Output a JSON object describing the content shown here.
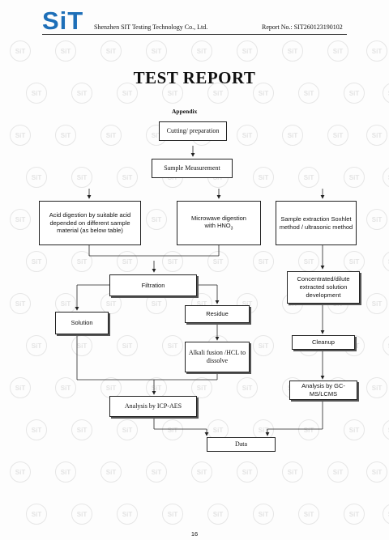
{
  "header": {
    "logo_text": "SiT",
    "company": "Shenzhen SIT Testing Technology Co., Ltd.",
    "report_no": "Report No.: SIT260123190102"
  },
  "title": "TEST REPORT",
  "appendix": "Appendix",
  "flow": {
    "cutting": "Cutting/ preparation",
    "sample_measurement": "Sample Measurement",
    "acid_digestion": "Acid digestion by suitable acid depended on different sample material (as below table)",
    "microwave_line1": "Microwave digestion",
    "microwave_line2": "with HNO",
    "microwave_sub": "3",
    "sample_extraction": "Sample extraction Soxhlet method / ultrasonic method",
    "filtration": "Filtration",
    "residue": "Residue",
    "solution": "Solution",
    "alkali_fusion": "Alkali fusion /HCL to dissolve",
    "concentrated": "Concentrated/dilute extracted solution development",
    "cleanup": "Cleanup",
    "gcms": "Analysis by GC-MS/LCMS",
    "icp": "Analysis by ICP-AES",
    "data": "Data"
  },
  "watermark": "SiT",
  "page_number": "16"
}
